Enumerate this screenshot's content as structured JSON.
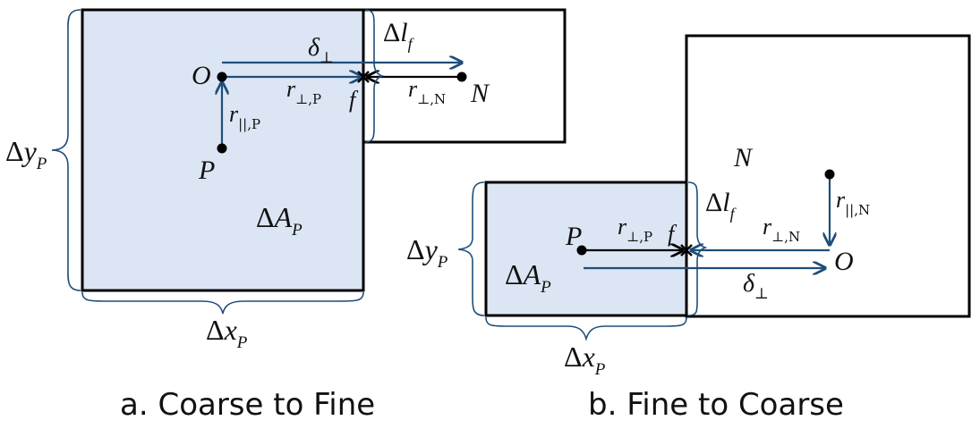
{
  "colors": {
    "cell_fill": "#dbe5f3",
    "arrow": "#1f4e79",
    "brace": "#1f4e79",
    "outline": "#000000"
  },
  "panel_a": {
    "caption": "a. Coarse to Fine",
    "labels": {
      "O": "O",
      "P": "P",
      "N": "N",
      "f": "f",
      "delta_sym": "δ",
      "perp": "⊥",
      "r": "r",
      "perp_P": "⊥,P",
      "perp_N": "⊥,N",
      "par_P": "||,P",
      "Delta": "Δ",
      "l": "l",
      "f_sub": "f",
      "y": "y",
      "x": "x",
      "A": "A",
      "P_sub": "P"
    }
  },
  "panel_b": {
    "caption": "b. Fine to Coarse",
    "labels": {
      "O": "O",
      "P": "P",
      "N": "N",
      "f": "f",
      "delta_sym": "δ",
      "perp": "⊥",
      "r": "r",
      "perp_P": "⊥,P",
      "perp_N": "⊥,N",
      "par_N": "||,N",
      "Delta": "Δ",
      "l": "l",
      "f_sub": "f",
      "y": "y",
      "x": "x",
      "A": "A",
      "P_sub": "P"
    }
  }
}
